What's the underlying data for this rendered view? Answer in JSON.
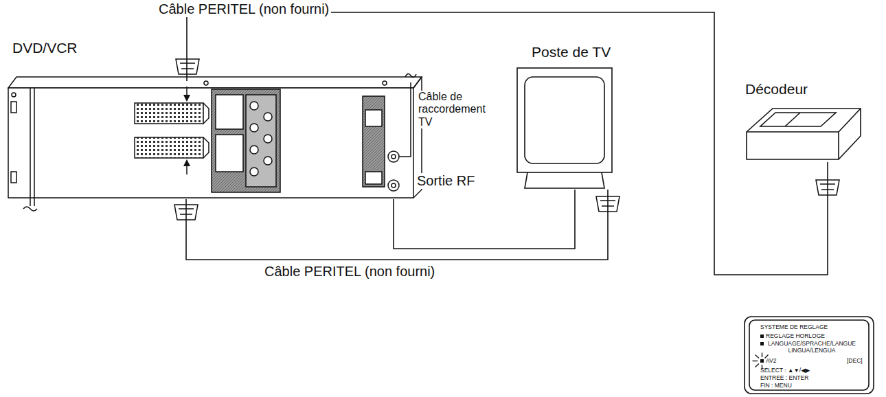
{
  "diagram": {
    "nodes": [
      {
        "text": [
          "DVD/VCR"
        ]
      },
      {
        "text": [
          "Poste de TV"
        ]
      },
      {
        "text": [
          "Décodeur"
        ]
      },
      {
        "text": [
          "SYSTEME DE REGLAGE",
          "REGLAGE HORLOGE",
          "LANGUAGE/SPRACHE/LANGUE LINGUA/LENGUA",
          "AV2",
          "[DEC]",
          "SELECT : ▲▼/◀▶",
          "ENTREE : ENTER",
          "FIN : MENU"
        ]
      }
    ],
    "edges": [
      {
        "from": 0,
        "to": 2,
        "arrow": "none",
        "label": "Câble PERITEL (non fourni)"
      },
      {
        "from": 0,
        "to": 1,
        "arrow": "none",
        "label": "Câble PERITEL (non fourni)"
      },
      {
        "from": 0,
        "to": 1,
        "arrow": "none"
      }
    ],
    "labels": [
      "Câble de raccordement TV",
      "Sortie RF"
    ]
  }
}
